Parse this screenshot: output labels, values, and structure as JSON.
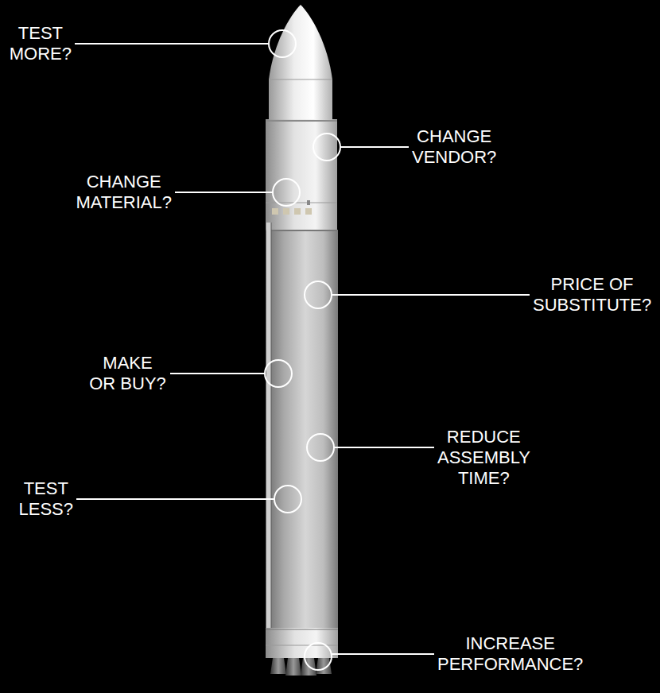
{
  "diagram": {
    "labels": [
      "TEST MORE?",
      "CHANGE VENDOR?",
      "CHANGE MATERIAL?",
      "PRICE OF SUBSTITUTE?",
      "MAKE OR BUY?",
      "REDUCE ASSEMBLY TIME?",
      "TEST LESS?",
      "INCREASE PERFORMANCE?"
    ]
  }
}
